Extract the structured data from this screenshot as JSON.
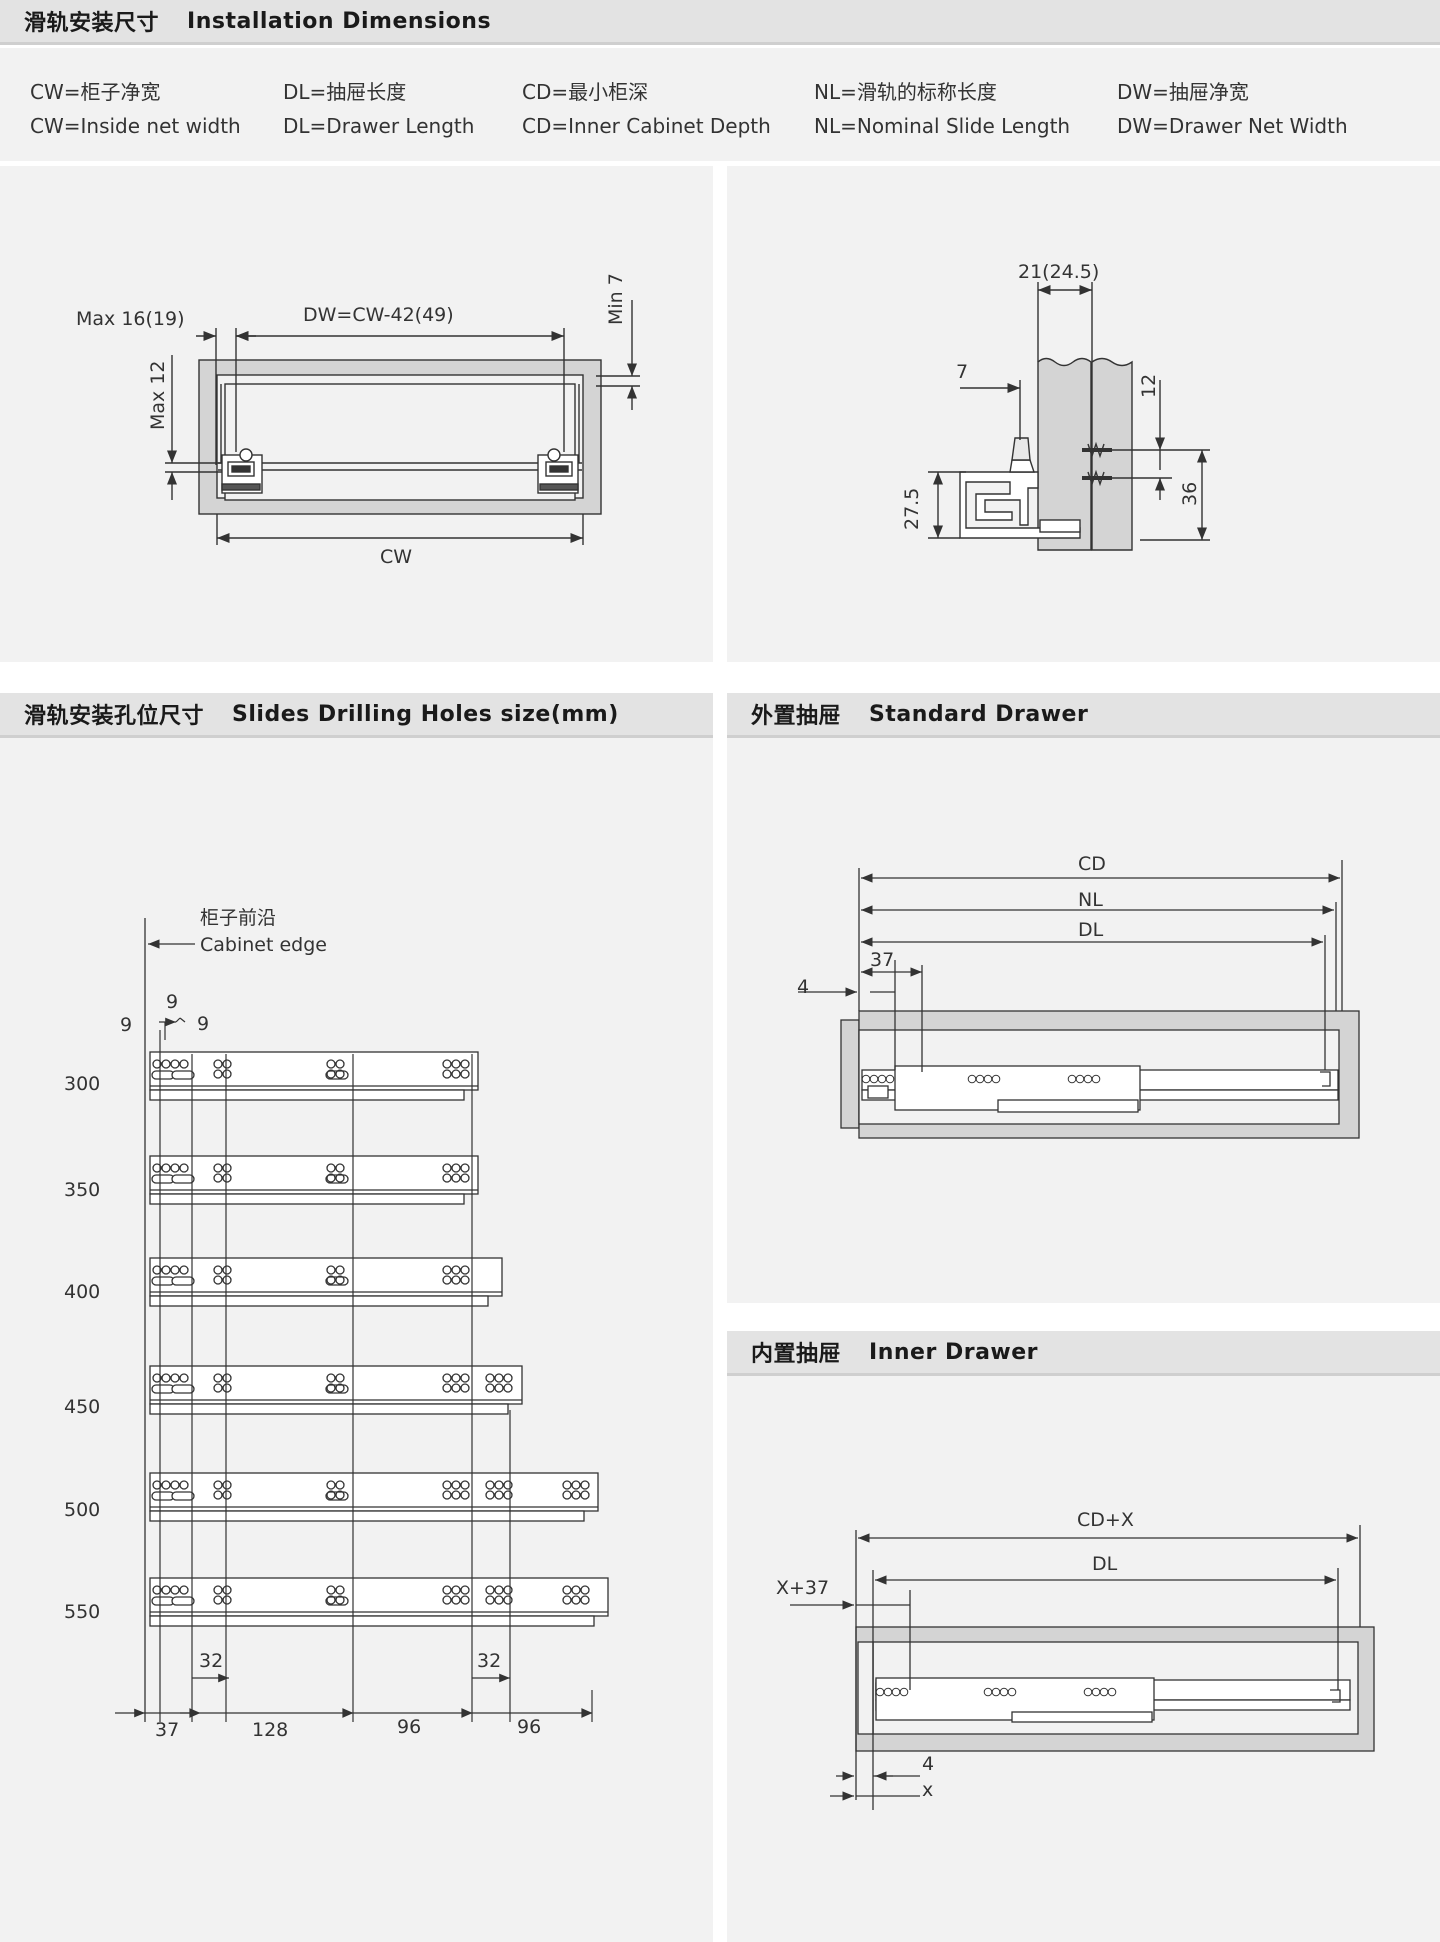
{
  "headers": {
    "installation": {
      "zh": "滑轨安装尺寸",
      "en": "Installation Dimensions"
    },
    "drilling": {
      "zh": "滑轨安装孔位尺寸",
      "en": "Slides Drilling Holes size(mm)"
    },
    "standard": {
      "zh": "外置抽屉",
      "en": "Standard Drawer"
    },
    "inner": {
      "zh": "内置抽屉",
      "en": "Inner Drawer"
    }
  },
  "legend": [
    {
      "zh": "CW=柜子净宽",
      "en": "CW=Inside net width"
    },
    {
      "zh": "DL=抽屉长度",
      "en": "DL=Drawer Length"
    },
    {
      "zh": "CD=最小柜深",
      "en": "CD=Inner Cabinet Depth"
    },
    {
      "zh": "NL=滑轨的标称长度",
      "en": "NL=Nominal Slide Length"
    },
    {
      "zh": "DW=抽屉净宽",
      "en": "DW=Drawer Net Width"
    }
  ],
  "front_view": {
    "max_side": "Max 16(19)",
    "dw": "DW=CW-42(49)",
    "min_top": "Min 7",
    "max_height": "Max 12",
    "cw": "CW"
  },
  "side_section": {
    "width": "21(24.5)",
    "offset": "7",
    "top_gap": "12",
    "height": "27.5",
    "screw_span": "36"
  },
  "drilling": {
    "cabinet_edge_zh": "柜子前沿",
    "cabinet_edge_en": "Cabinet edge",
    "hole_spacing": [
      "9",
      "9",
      "9"
    ],
    "lengths": [
      "300",
      "350",
      "400",
      "450",
      "500",
      "550"
    ],
    "end_offsets": [
      "32",
      "32"
    ],
    "bottom_dims": [
      "37",
      "128",
      "96",
      "96"
    ]
  },
  "standard_drawer": {
    "cd": "CD",
    "nl": "NL",
    "dl": "DL",
    "front": "37",
    "gap": "4"
  },
  "inner_drawer": {
    "cdx": "CD+X",
    "dl": "DL",
    "front": "X+37",
    "gap": "4",
    "x": "x"
  }
}
